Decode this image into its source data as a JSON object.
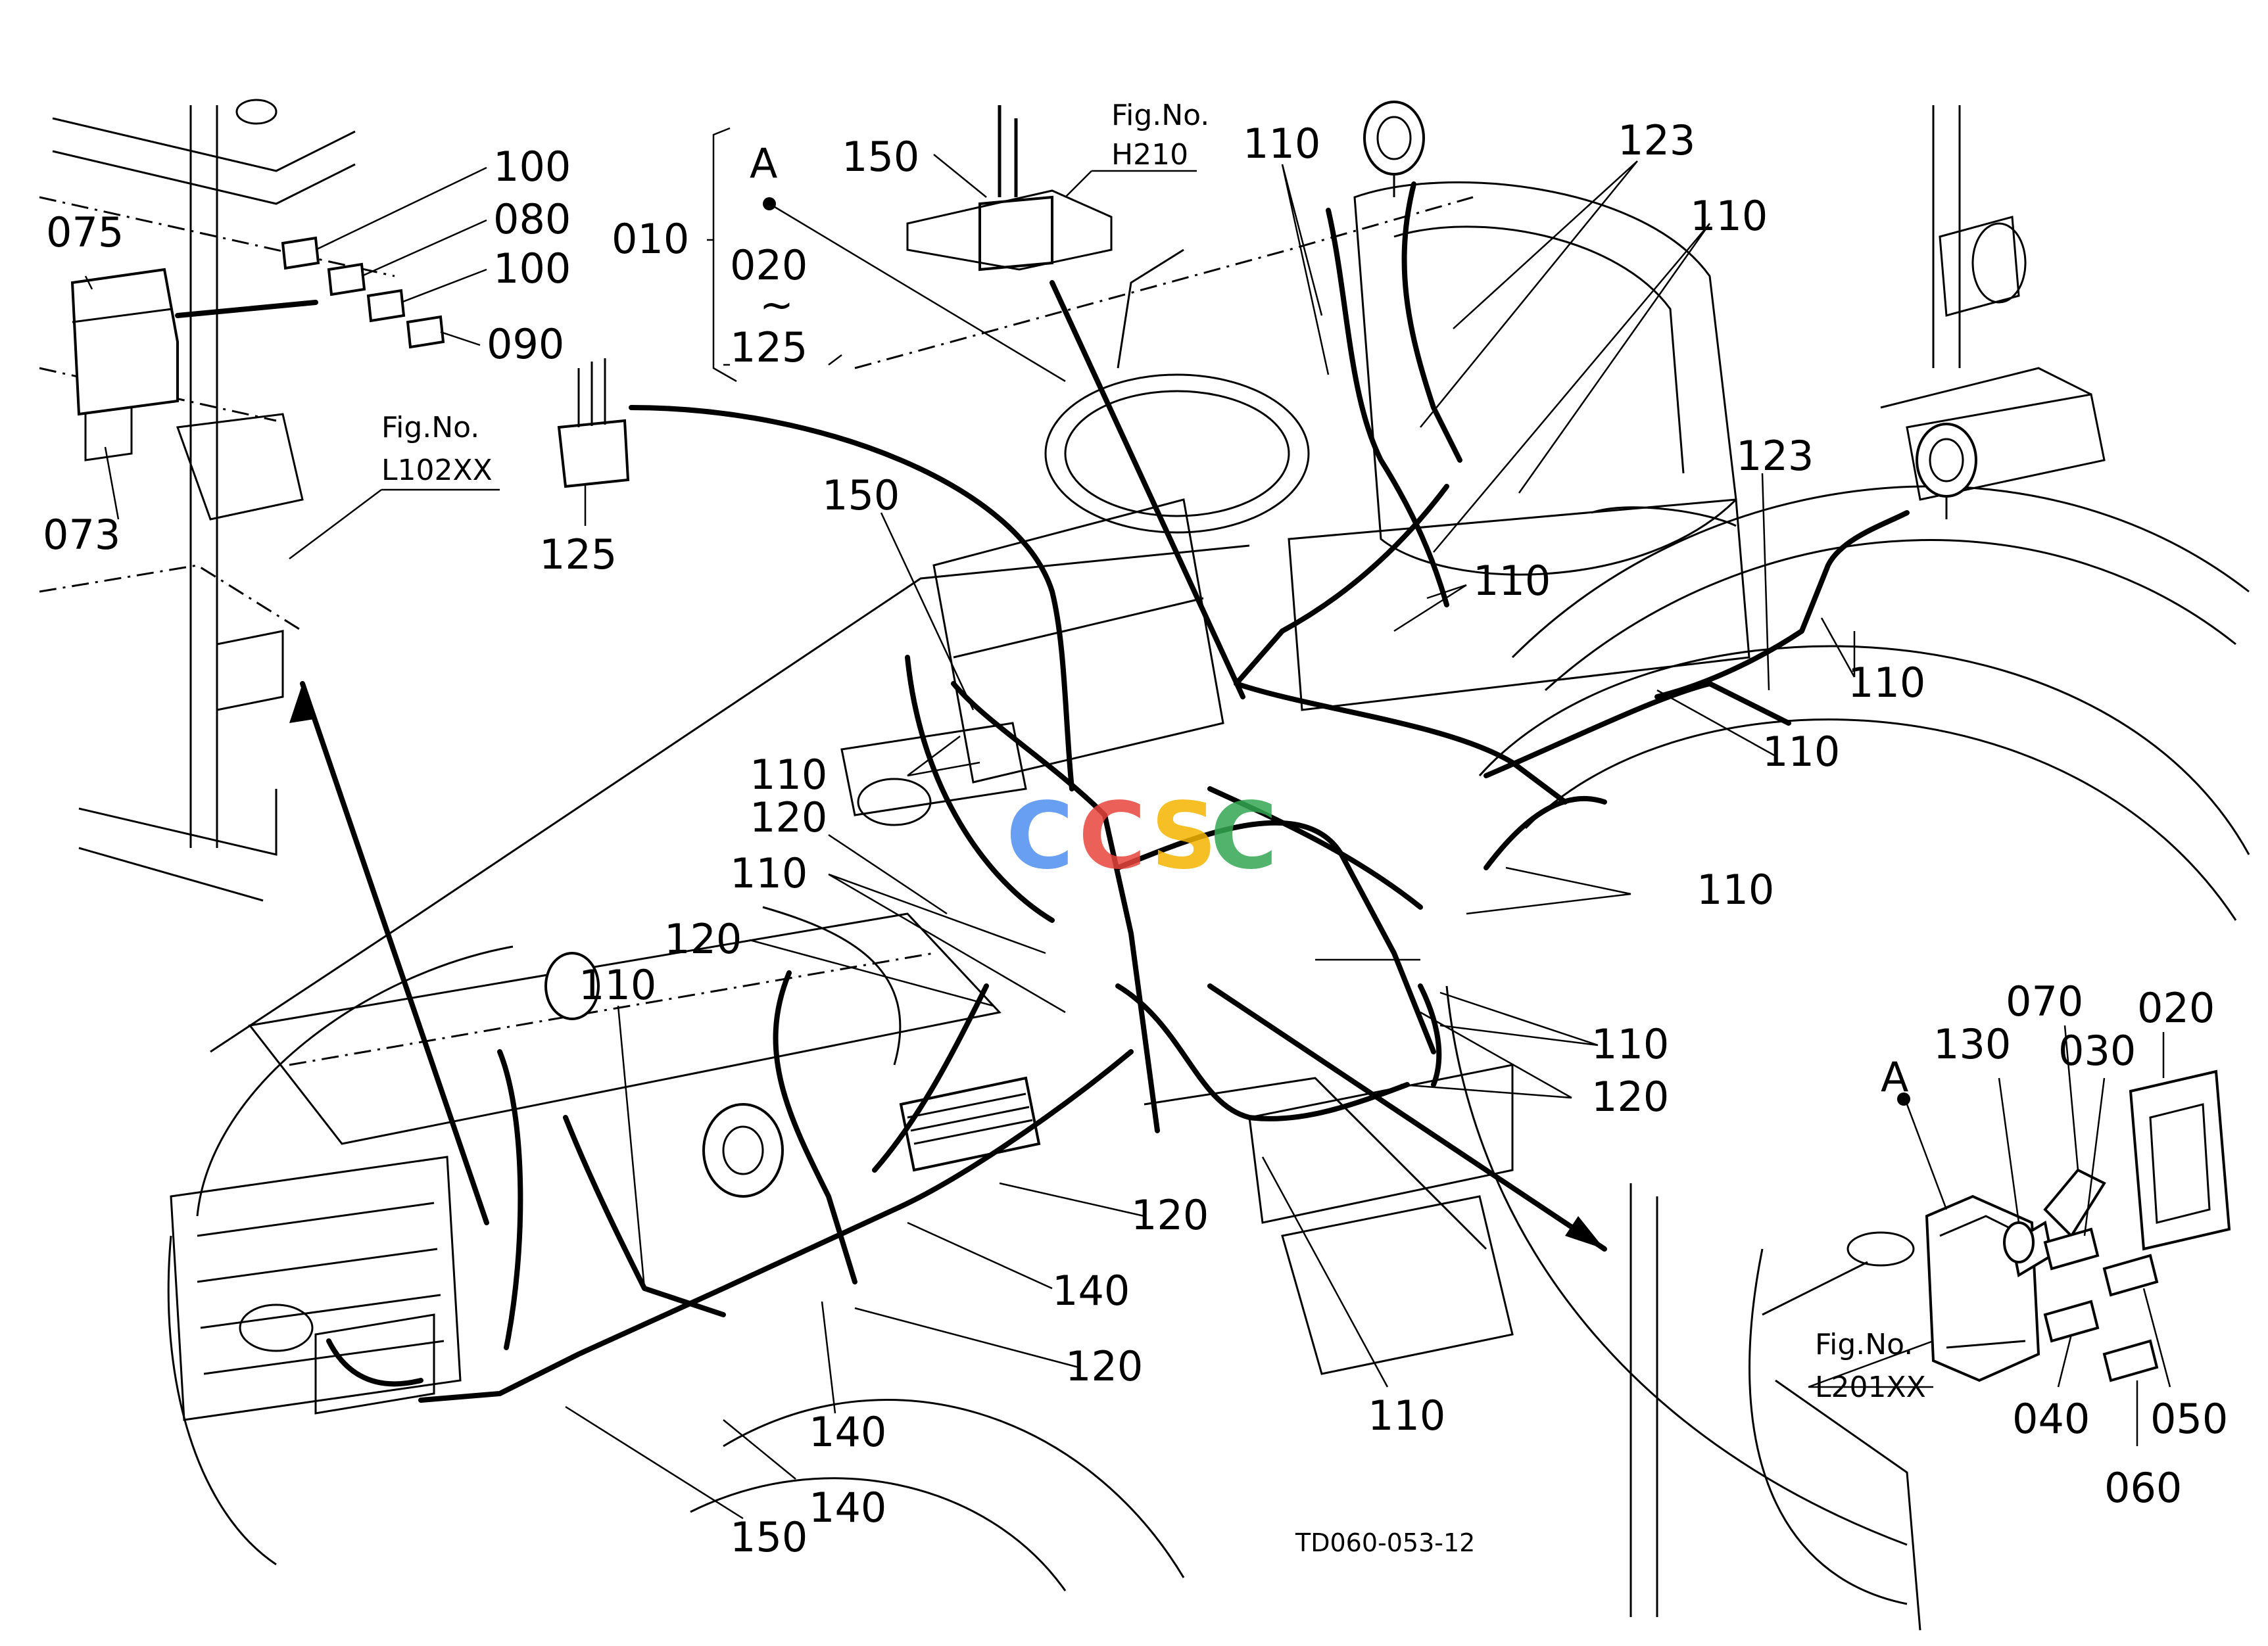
{
  "labels": {
    "p075": "075",
    "p073": "073",
    "p100a": "100",
    "p080": "080",
    "p100b": "100",
    "p090": "090",
    "fig_l102": "Fig.No.\nL102XX",
    "p125_plug": "125",
    "p010": "010",
    "callout_a": "A",
    "p020": "020",
    "tilde": "~",
    "p125": "125",
    "p150_top": "150",
    "fig_h210_1": "Fig.No.",
    "fig_h210_2": "H210",
    "fig_l102_1": "Fig.No.",
    "fig_l102_2": "L102XX",
    "p110_top": "110",
    "p123_top": "123",
    "p110_tr": "110",
    "p150_mid": "150",
    "p110_m1": "110",
    "p123_r": "123",
    "p110_r1": "110",
    "p110_r2": "110",
    "p110_c1": "110",
    "p120_c1": "120",
    "p110_c2": "110",
    "p120_c2": "120",
    "p110_c3": "110",
    "p110_r3": "110",
    "p110_r4": "110",
    "p120_r": "120",
    "p120_b1": "120",
    "p140_b1": "140",
    "p120_b2": "120",
    "p140_b2": "140",
    "p140_b3": "140",
    "p150_b": "150",
    "p110_b": "110",
    "detail_a": "A",
    "p130": "130",
    "p070": "070",
    "p030": "030",
    "p020_d": "020",
    "fig_l201_1": "Fig.No.",
    "fig_l201_2": "L201XX",
    "p040": "040",
    "p050": "050",
    "p060": "060",
    "drawing_code": "TD060-053-12"
  },
  "colors": {
    "line": "#000000",
    "background": "#ffffff",
    "watermark_blue": "#4f8ff2",
    "watermark_red": "#e8453c",
    "watermark_yellow": "#f4b400",
    "watermark_green": "#34a853"
  }
}
